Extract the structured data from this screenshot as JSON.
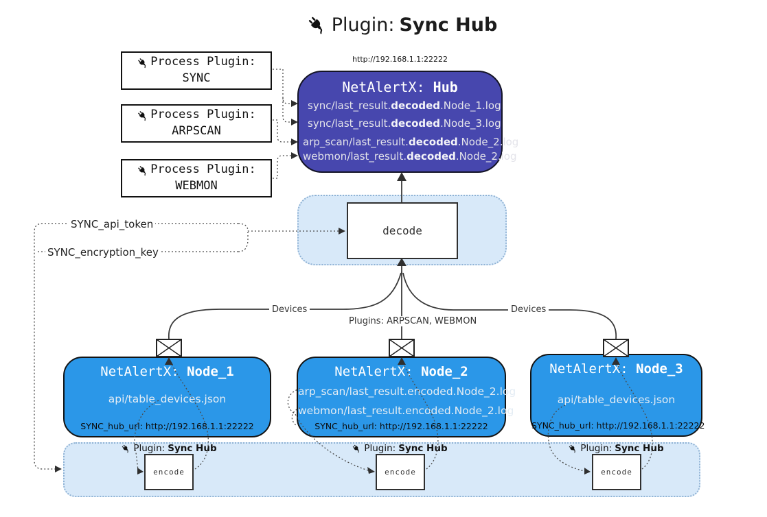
{
  "title": {
    "label": "Plugin:",
    "name": "Sync Hub"
  },
  "hub": {
    "url": "http://192.168.1.1:22222",
    "title_label": "NetAlertX:",
    "title_name": "Hub",
    "logs": [
      {
        "pre": "sync/last_result.",
        "bold": "decoded",
        "post": ".Node_1.log"
      },
      {
        "pre": "sync/last_result.",
        "bold": "decoded",
        "post": ".Node_3.log"
      },
      {
        "pre": "arp_scan/last_result.",
        "bold": "decoded",
        "post": ".Node_2.log"
      },
      {
        "pre": "webmon/last_result.",
        "bold": "decoded",
        "post": ".Node_2.log"
      }
    ]
  },
  "process_plugins": [
    {
      "label": "Process Plugin:",
      "name": "SYNC"
    },
    {
      "label": "Process Plugin:",
      "name": "ARPSCAN"
    },
    {
      "label": "Process Plugin:",
      "name": "WEBMON"
    }
  ],
  "settings": {
    "api_token": "SYNC_api_token",
    "encryption_key": "SYNC_encryption_key"
  },
  "decode_label": "decode",
  "edge_labels": {
    "devices_left": "Devices",
    "plugins_mid": "Plugins: ARPSCAN, WEBMON",
    "devices_right": "Devices"
  },
  "nodes": [
    {
      "title_label": "NetAlertX:",
      "title_name": "Node_1",
      "file1": "api/table_devices.json",
      "hub_url": "SYNC_hub_url: http://192.168.1.1:22222"
    },
    {
      "title_label": "NetAlertX:",
      "title_name": "Node_2",
      "file1": "arp_scan/last_result.encoded.Node_2.log",
      "file2": "webmon/last_result.encoded.Node_2.log",
      "hub_url": "SYNC_hub_url: http://192.168.1.1:22222"
    },
    {
      "title_label": "NetAlertX:",
      "title_name": "Node_3",
      "file1": "api/table_devices.json",
      "hub_url": "SYNC_hub_url: http://192.168.1.1:22222"
    }
  ],
  "encoders": [
    {
      "plugin_label": "Plugin:",
      "plugin_name": "Sync Hub",
      "action": "encode"
    },
    {
      "plugin_label": "Plugin:",
      "plugin_name": "Sync Hub",
      "action": "encode"
    },
    {
      "plugin_label": "Plugin:",
      "plugin_name": "Sync Hub",
      "action": "encode"
    }
  ],
  "colors": {
    "hub_fill": "#4747ae",
    "node_fill": "#2b97e8",
    "container_fill": "#d8e9f9",
    "container_border": "#8fb2d4"
  }
}
